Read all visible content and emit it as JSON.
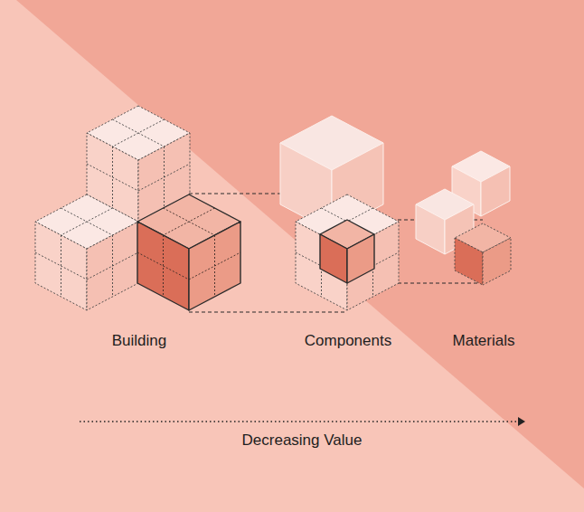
{
  "diagram": {
    "labels": [
      "Building",
      "Components",
      "Materials",
      "Decreasing Value"
    ]
  }
}
